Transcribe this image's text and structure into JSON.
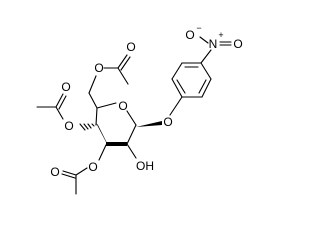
{
  "structure": {
    "atom_labels": {
      "nitro_nitrogen": "N",
      "nitro_oxygen_1": "O",
      "nitro_oxygen_2": "O",
      "ester_oxygen_c6": "O",
      "carbonyl_oxygen_c6": "O",
      "ring_oxygen": "O",
      "glycosidic_oxygen": "O",
      "ester_oxygen_c4": "O",
      "carbonyl_oxygen_c4": "O",
      "ester_oxygen_c3": "O",
      "carbonyl_oxygen_c3": "O",
      "hydroxyl": "OH"
    },
    "charges": {
      "nitro_nitrogen": "+",
      "nitro_oxygen_1": "−"
    }
  }
}
